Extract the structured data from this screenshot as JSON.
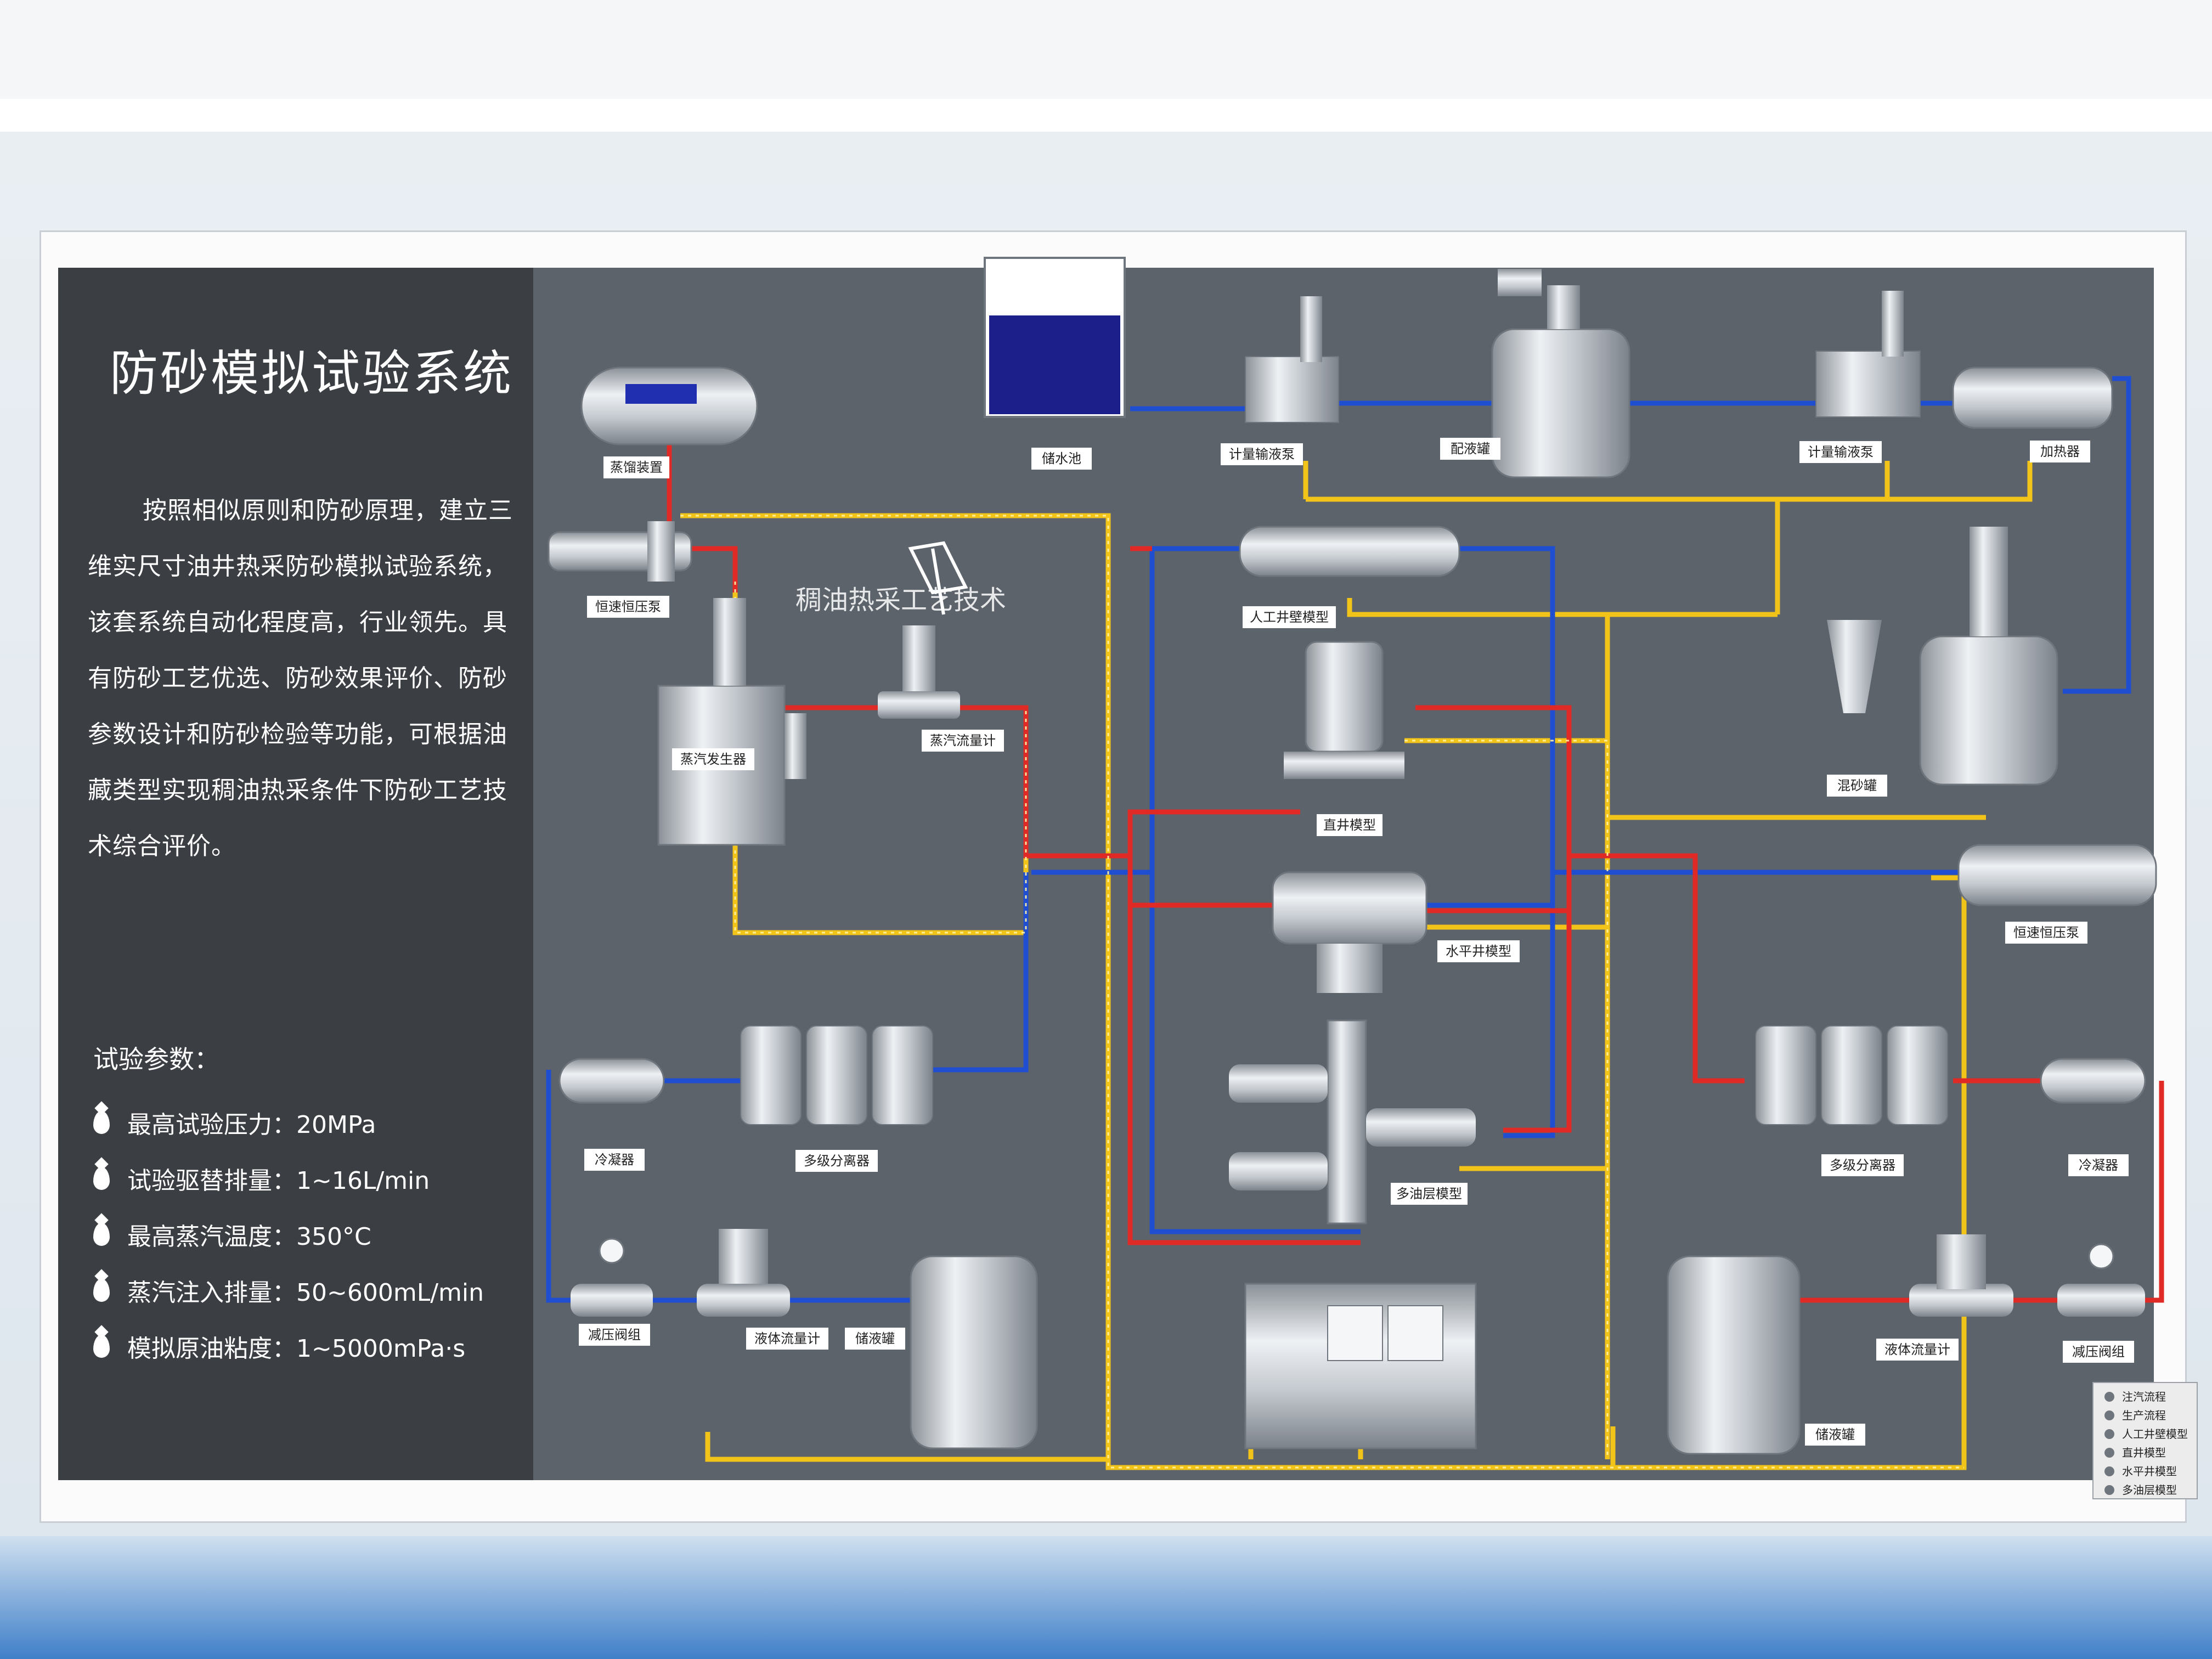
{
  "panel": {
    "title": "防砂模拟试验系统",
    "description": "按照相似原则和防砂原理，建立三维实尺寸油井热采防砂模拟试验系统，该套系统自动化程度高，行业领先。具有防砂工艺优选、防砂效果评价、防砂参数设计和防砂检验等功能，可根据油藏类型实现稠油热采条件下防砂工艺技术综合评价。",
    "params_heading": "试验参数：",
    "params": [
      "最高试验压力：20MPa",
      "试验驱替排量：1~16L/min",
      "最高蒸汽温度：350°C",
      "蒸汽注入排量：50~600mL/min",
      "模拟原油粘度：1~5000mPa·s"
    ]
  },
  "components": {
    "steam_drum": "蒸馏装置",
    "const_pump_left": "恒速恒压泵",
    "steam_generator": "蒸汽发生器",
    "steam_flowmeter": "蒸汽流量计",
    "water_tank": "储水池",
    "metering_pump_left": "计量输液泵",
    "mixing_tank": "配液罐",
    "metering_pump_right": "计量输液泵",
    "heater": "加热器",
    "artificial_wall_model": "人工井壁模型",
    "vertical_well_model": "直井模型",
    "horizontal_well_model": "水平井模型",
    "multi_layer_model": "多油层模型",
    "sand_mixing_tank": "混砂罐",
    "const_pump_right": "恒速恒压泵",
    "condenser_left": "冷凝器",
    "separator_left": "多级分离器",
    "separator_right": "多级分离器",
    "condenser_right": "冷凝器",
    "pressure_valve_left": "减压阀组",
    "liquid_flowmeter_left": "液体流量计",
    "storage_tank_left": "储液罐",
    "storage_tank_right": "储液罐",
    "liquid_flowmeter_right": "液体流量计",
    "pressure_valve_right": "减压阀组"
  },
  "logo_text": "稠油热采工艺技术",
  "legend": [
    "注汽流程",
    "生产流程",
    "人工井壁模型",
    "直井模型",
    "水平井模型",
    "多油层模型"
  ],
  "colors": {
    "board": "#5d636b",
    "panel": "#3b3f44",
    "steam_line": "#e02a25",
    "water_line": "#1f4fd0",
    "production_line": "#f2c318",
    "water_fill": "#1c1f8a"
  }
}
